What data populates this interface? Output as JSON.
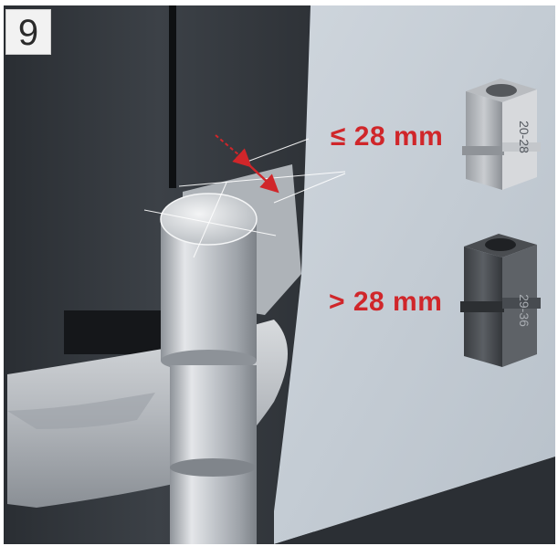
{
  "step_number": "9",
  "measurements": {
    "small_label": "≤ 28 mm",
    "large_label": "> 28 mm"
  },
  "inserts": {
    "small_insert_text": "20-28",
    "large_insert_text": "29-36"
  },
  "colors": {
    "accent_red": "#d0262a",
    "door_frame": "#3a3f45",
    "door_panel": "#c9d1d9",
    "hinge_metal": "#b9bdc2"
  }
}
